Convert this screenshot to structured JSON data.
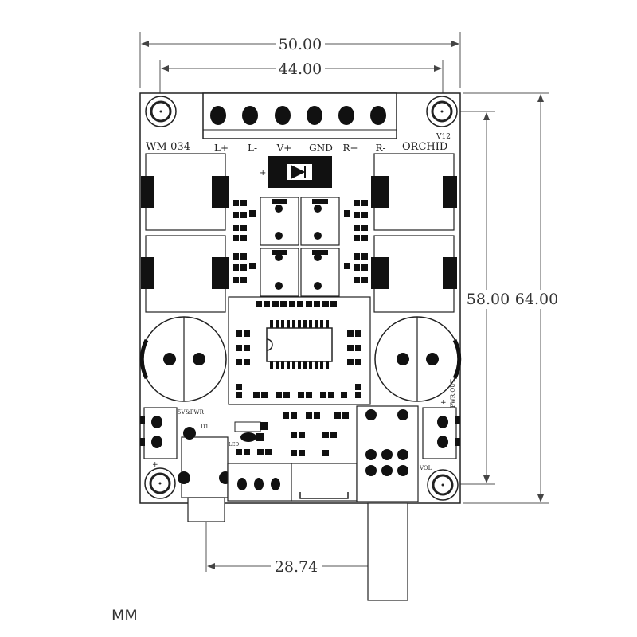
{
  "dimensions": {
    "overall_width": "50.00",
    "hole_spacing_x": "44.00",
    "hole_spacing_y": "58.00",
    "overall_height": "64.00",
    "jack_to_shaft": "28.74"
  },
  "units_label": "MM",
  "silkscreen": {
    "model": "WM-034",
    "brand": "ORCHID",
    "terminal_labels": [
      "L+",
      "L-",
      "V+",
      "GND",
      "R+",
      "R-"
    ],
    "version": "V12",
    "power_label": "5V&PWR",
    "power_polarity": "+",
    "diode_label": "D1",
    "led_label": "LED",
    "out_label": "PWR.OUT",
    "vol_label": "VOL",
    "out_polarity": "+",
    "cap_polarity": "+"
  },
  "colors": {
    "line": "#222222",
    "dim": "#555555",
    "fill": "#111111"
  }
}
